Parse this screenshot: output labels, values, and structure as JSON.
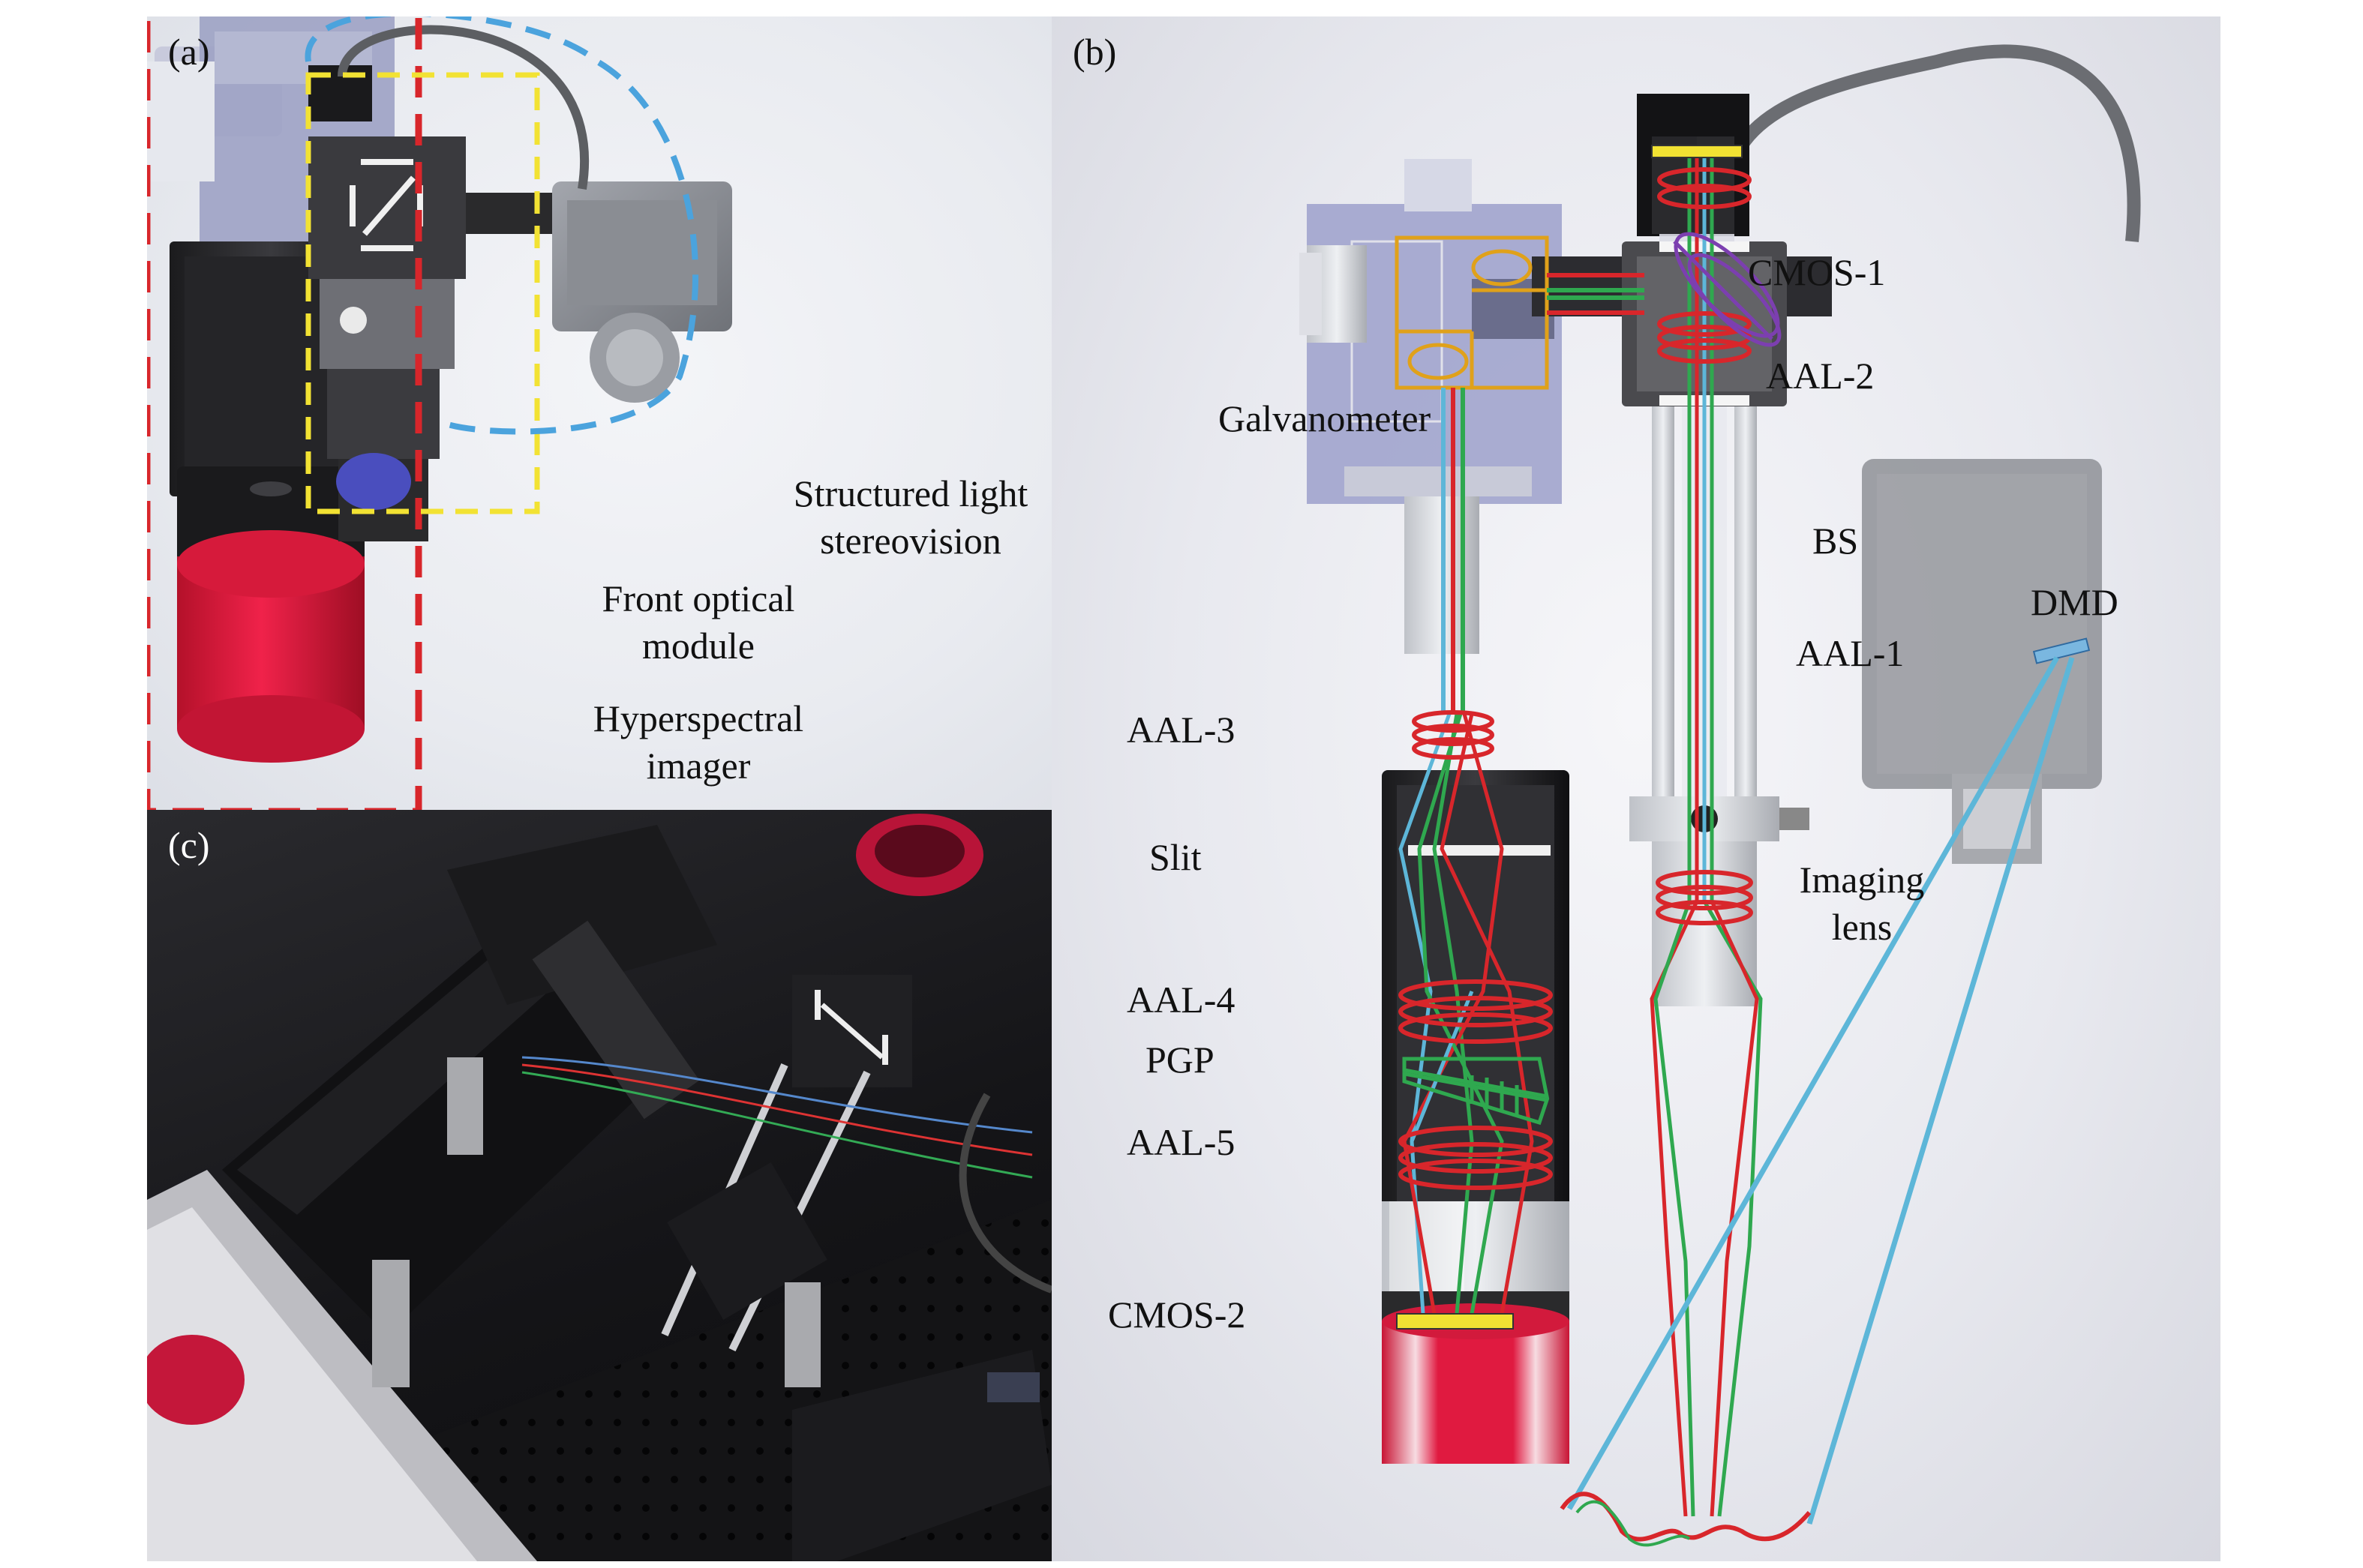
{
  "panels": {
    "a": {
      "tag": "(a)",
      "labels": {
        "structured_light_1": "Structured light",
        "structured_light_2": "stereovision",
        "front_optical_1": "Front optical",
        "front_optical_2": "module",
        "hyperspectral_1": "Hyperspectral",
        "hyperspectral_2": "imager"
      },
      "outline_colors": {
        "hyperspectral": "#d8262b",
        "front_optical": "#f2e233",
        "structured_light": "#4ba3dd"
      }
    },
    "b": {
      "tag": "(b)",
      "labels": {
        "cmos1": "CMOS-1",
        "aal2": "AAL-2",
        "galvanometer": "Galvanometer",
        "bs": "BS",
        "dmd": "DMD",
        "aal1": "AAL-1",
        "aal3": "AAL-3",
        "slit": "Slit",
        "imaging_1": "Imaging",
        "imaging_2": "lens",
        "aal4": "AAL-4",
        "pgp": "PGP",
        "aal5": "AAL-5",
        "cmos2": "CMOS-2"
      },
      "ray_colors": {
        "red": "#d8262b",
        "green": "#2fa84f",
        "blue": "#5db6d8",
        "yellow": "#f2c230",
        "purple": "#7c3fb0"
      }
    },
    "c": {
      "tag": "(c)"
    }
  }
}
